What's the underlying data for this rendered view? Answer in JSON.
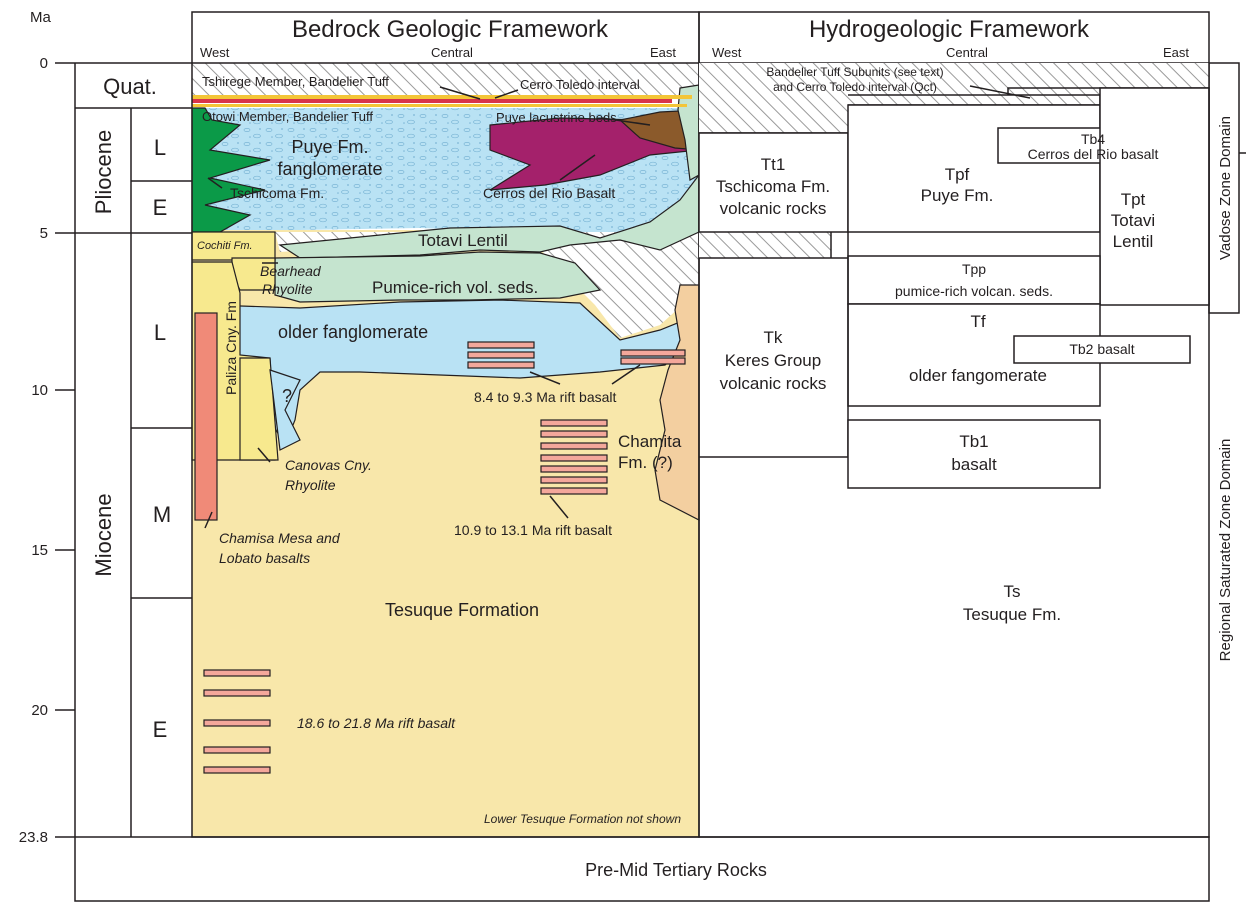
{
  "axis": {
    "unit": "Ma",
    "ticks": [
      "0",
      "5",
      "10",
      "15",
      "20",
      "23.8"
    ]
  },
  "time_scale": {
    "quat": "Quat.",
    "pliocene": "Pliocene",
    "miocene": "Miocene",
    "plio_late": "L",
    "plio_early": "E",
    "mio_late": "L",
    "mio_middle": "M",
    "mio_early": "E"
  },
  "bedrock": {
    "title": "Bedrock Geologic Framework",
    "west": "West",
    "central": "Central",
    "east": "East",
    "labels": {
      "tshirege": "Tshirege Member, Bandelier Tuff",
      "cerro_toledo": "Cerro Toledo interval",
      "otowi": "Otowi Member, Bandelier Tuff",
      "puye_lacustrine": "Puye lacustrine beds",
      "puye_1": "Puye Fm.",
      "puye_2": "fanglomerate",
      "tschicoma": "Tschicoma Fm.",
      "cerros_del_rio": "Cerros del Rio Basalt",
      "cochiti": "Cochiti Fm.",
      "totavi": "Totavi Lentil",
      "bearhead_1": "Bearhead",
      "bearhead_2": "Rhyolite",
      "pumice": "Pumice-rich vol. seds.",
      "paliza": "Paliza Cny. Fm",
      "older_fang": "older fanglomerate",
      "question": "?",
      "rift_84": "8.4 to 9.3 Ma rift basalt",
      "chamita_1": "Chamita",
      "chamita_2": "Fm. (?)",
      "canovas_1": "Canovas Cny.",
      "canovas_2": "Rhyolite",
      "chamisa_1": "Chamisa Mesa and",
      "chamisa_2": "Lobato basalts",
      "rift_109": "10.9 to 13.1 Ma rift basalt",
      "tesuque": "Tesuque Formation",
      "rift_186": "18.6 to 21.8 Ma rift basalt",
      "lower_tesuque": "Lower Tesuque Formation not shown"
    }
  },
  "hydro": {
    "title": "Hydrogeologic Framework",
    "west": "West",
    "central": "Central",
    "east": "East",
    "bt_note_1": "Bandelier Tuff Subunits (see text)",
    "bt_note_2": "and Cerro Toledo interval (Qct)",
    "units": {
      "tt1_code": "Tt1",
      "tt1_name": "Tschicoma Fm.",
      "tt1_desc": "volcanic rocks",
      "tpf_code": "Tpf",
      "tpf_name": "Puye Fm.",
      "tb4_code": "Tb4",
      "tb4_name": "Cerros del Rio basalt",
      "tpt_code": "Tpt",
      "tpt_name": "Totavi",
      "tpt_desc": "Lentil",
      "tk_code": "Tk",
      "tk_name": "Keres Group",
      "tk_desc": "volcanic rocks",
      "tpp_code": "Tpp",
      "tpp_name": "pumice-rich volcan. seds.",
      "tf_code": "Tf",
      "tf_name": "older fangomerate",
      "tb2": "Tb2 basalt",
      "tb1_code": "Tb1",
      "tb1_name": "basalt",
      "ts_code": "Ts",
      "ts_name": "Tesuque Fm."
    },
    "vadose": "Vadose Zone Domain",
    "regional": "Regional Saturated Zone Domain"
  },
  "pre_mid": "Pre-Mid Tertiary Rocks",
  "colors": {
    "tesuque": "#f8e7aa",
    "blue": "#b9e2f4",
    "blue_dark": "#9fd5ef",
    "green": "#0b9a48",
    "magenta": "#a4216b",
    "brown": "#8b5a2b",
    "sage": "#c5e4cf",
    "yellow": "#f7e98e",
    "salmon": "#f08a78",
    "chamita": "#f3cfa0",
    "basalt": "#f4a79b",
    "tshirege_line": "#d8344a",
    "cerro_line": "#f3c537",
    "stroke": "#231f20"
  }
}
